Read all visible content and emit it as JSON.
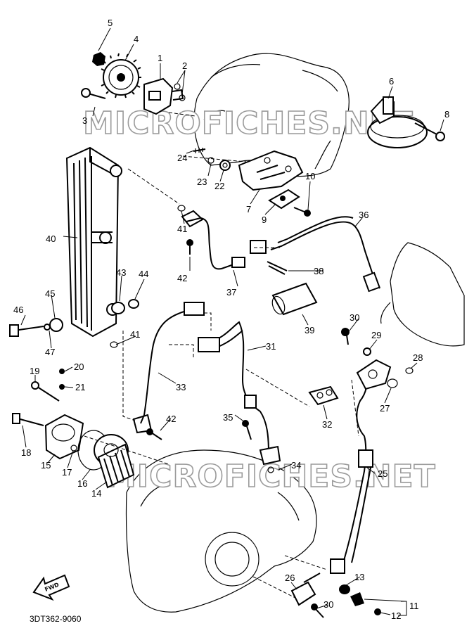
{
  "watermark": "MICROFICHES.NET",
  "diagram_code": "3DT362-9060",
  "fwd_label": "FWD",
  "callouts": [
    "1",
    "2",
    "3",
    "4",
    "5",
    "6",
    "7",
    "8",
    "9",
    "10",
    "11",
    "12",
    "13",
    "14",
    "15",
    "16",
    "17",
    "18",
    "19",
    "20",
    "21",
    "22",
    "23",
    "24",
    "25",
    "26",
    "27",
    "28",
    "29",
    "30",
    "30",
    "31",
    "32",
    "33",
    "34",
    "35",
    "36",
    "37",
    "38",
    "39",
    "40",
    "41",
    "41",
    "42",
    "42",
    "43",
    "44",
    "45",
    "46",
    "47"
  ]
}
